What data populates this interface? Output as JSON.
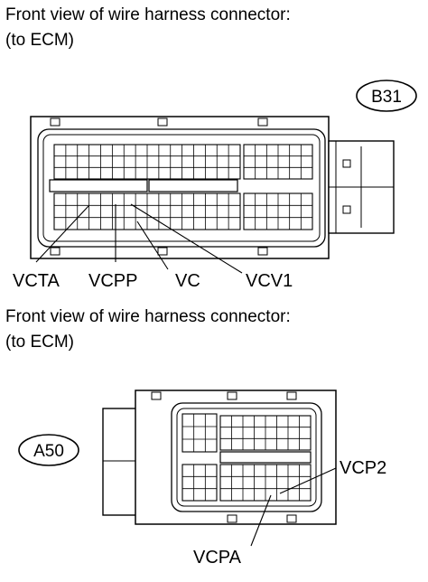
{
  "top": {
    "caption_line1": "Front view of wire harness connector:",
    "caption_line2": "(to ECM)",
    "badge": "B31",
    "pins": [
      "VCTA",
      "VCPP",
      "VC",
      "VCV1"
    ]
  },
  "bottom": {
    "caption_line1": "Front view of wire harness connector:",
    "caption_line2": "(to ECM)",
    "badge": "A50",
    "pins": [
      "VCP2",
      "VCPA"
    ]
  }
}
